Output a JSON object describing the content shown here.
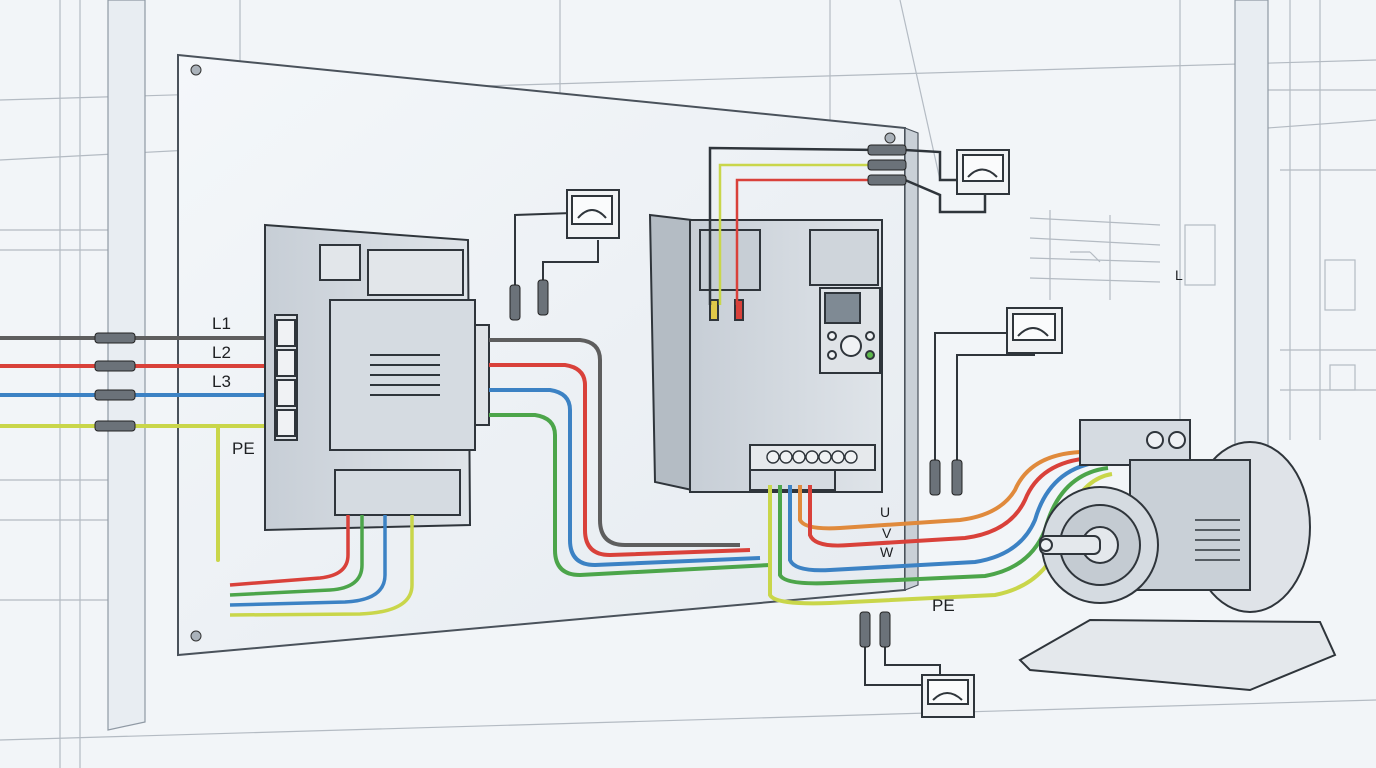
{
  "diagram": {
    "subject": "Three-phase motor wiring: supply, breaker/contactor, VFD, motor with test meters",
    "supply_labels": [
      "L1",
      "L2",
      "L3"
    ],
    "ground_label_supply": "PE",
    "motor_phase_labels": [
      "U",
      "V",
      "W"
    ],
    "ground_label_motor": "PE",
    "wire_colors": {
      "L1": "#5e5e5e",
      "L2": "#d9413a",
      "L3": "#3c82c4",
      "PE": "#c9d64a",
      "green": "#4ca54a",
      "orange": "#e08a3c"
    },
    "components": [
      {
        "id": "breaker",
        "name": "Circuit breaker / contactor"
      },
      {
        "id": "vfd",
        "name": "Variable frequency drive with keypad display"
      },
      {
        "id": "motor",
        "name": "Three-phase induction motor on base plate"
      },
      {
        "id": "meter-1",
        "name": "Analog meter (breaker output)"
      },
      {
        "id": "meter-2",
        "name": "Analog meter (VFD input)"
      },
      {
        "id": "meter-3",
        "name": "Analog meter (motor leads)"
      },
      {
        "id": "meter-4",
        "name": "Analog meter (PE/ground)"
      }
    ],
    "background_labels": [
      "L"
    ]
  }
}
